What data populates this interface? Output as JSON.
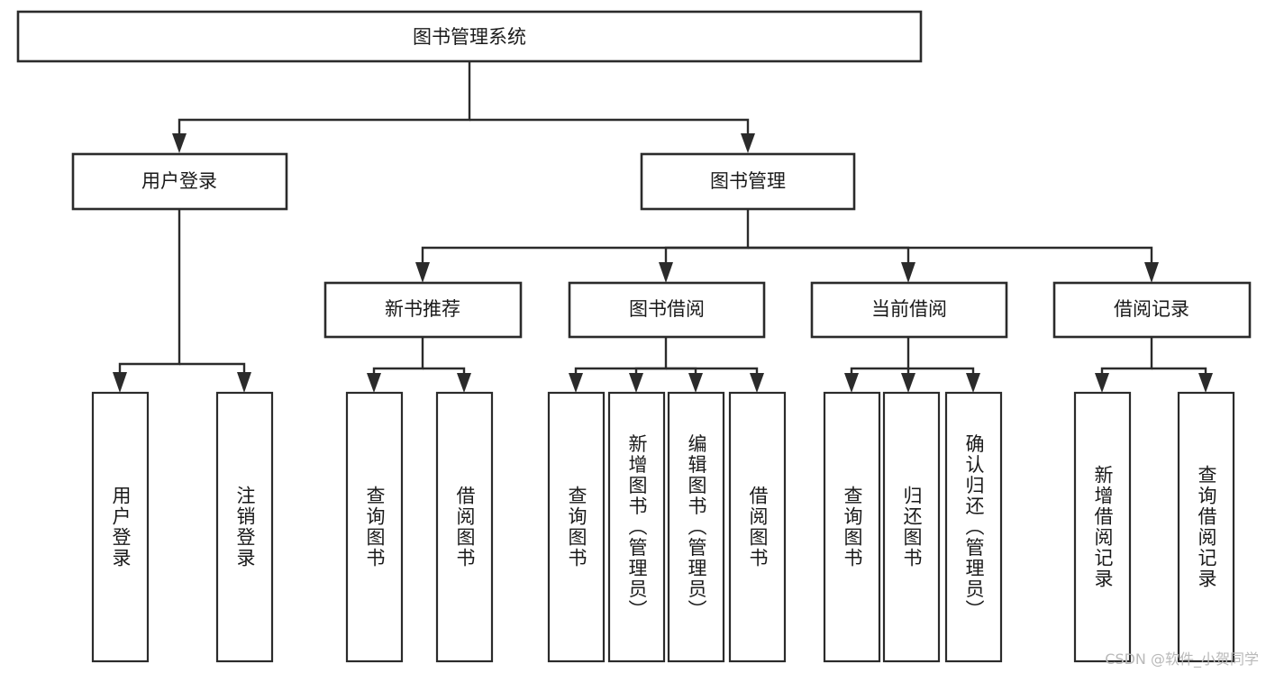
{
  "diagram": {
    "title": "图书管理系统",
    "type": "tree",
    "root": {
      "id": "root",
      "label": "图书管理系统"
    },
    "level2": [
      {
        "id": "user-login",
        "label": "用户登录"
      },
      {
        "id": "book-manage",
        "label": "图书管理"
      }
    ],
    "level3": [
      {
        "id": "new-book-rec",
        "label": "新书推荐"
      },
      {
        "id": "book-borrow",
        "label": "图书借阅"
      },
      {
        "id": "current-borrow",
        "label": "当前借阅"
      },
      {
        "id": "borrow-record",
        "label": "借阅记录"
      }
    ],
    "leaves": {
      "user_login": [
        {
          "id": "leaf-user-login",
          "label": "用户登录"
        },
        {
          "id": "leaf-logout",
          "label": "注销登录"
        }
      ],
      "new_book_rec": [
        {
          "id": "leaf-query-book-1",
          "label": "查询图书"
        },
        {
          "id": "leaf-borrow-book-1",
          "label": "借阅图书"
        }
      ],
      "book_borrow": [
        {
          "id": "leaf-query-book-2",
          "label": "查询图书"
        },
        {
          "id": "leaf-add-book",
          "label": "新增图书（管理员）"
        },
        {
          "id": "leaf-edit-book",
          "label": "编辑图书（管理员）"
        },
        {
          "id": "leaf-borrow-book-2",
          "label": "借阅图书"
        }
      ],
      "current_borrow": [
        {
          "id": "leaf-query-book-3",
          "label": "查询图书"
        },
        {
          "id": "leaf-return-book",
          "label": "归还图书"
        },
        {
          "id": "leaf-confirm-return",
          "label": "确认归还（管理员）"
        }
      ],
      "borrow_record": [
        {
          "id": "leaf-add-record",
          "label": "新增借阅记录"
        },
        {
          "id": "leaf-query-record",
          "label": "查询借阅记录"
        }
      ]
    }
  },
  "watermark": {
    "text": "CSDN @软件_小贺同学"
  },
  "colors": {
    "stroke": "#2b2b2b",
    "fill": "#ffffff",
    "text": "#1a1a1a",
    "watermark": "#b9b9b9"
  }
}
